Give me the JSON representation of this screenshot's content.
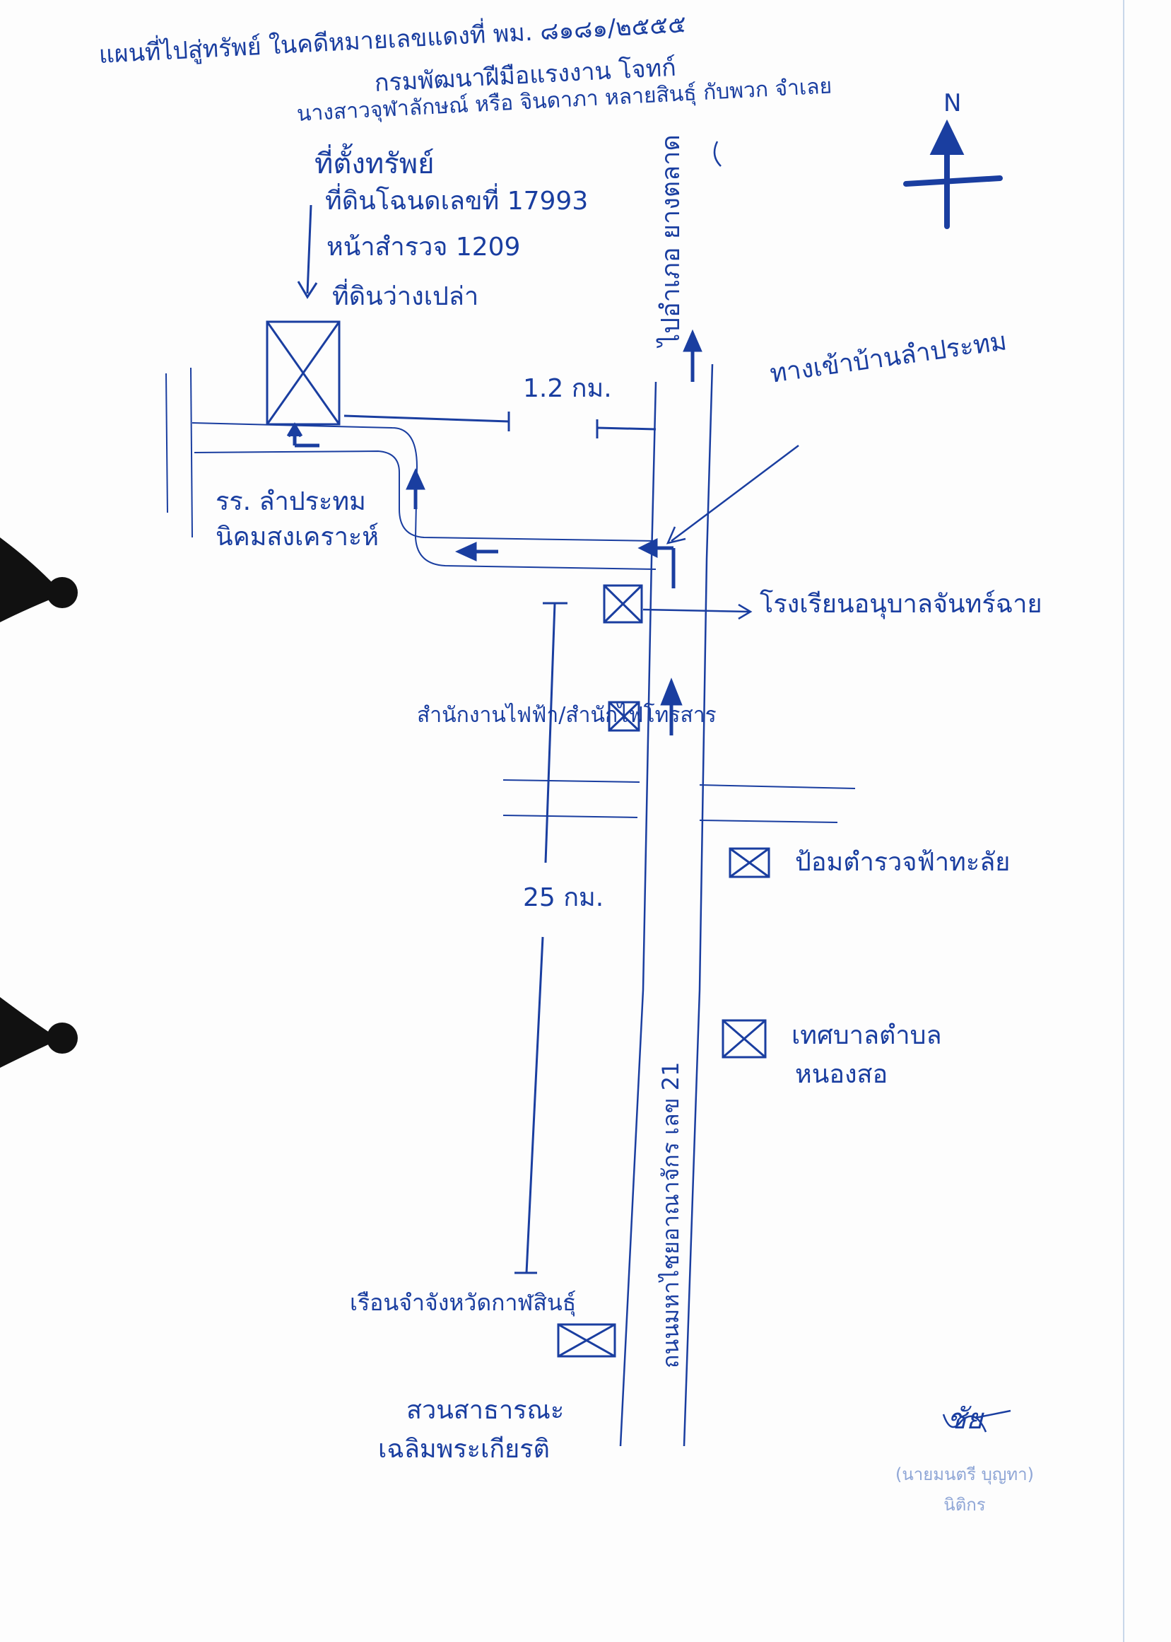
{
  "title_lines": [
    "แผนที่ไปสู่ทรัพย์ ในคดีหมายเลขแดงที่ พม. ๘๑๘๑/๒๕๕๕",
    "กรมพัฒนาฝีมือแรงงาน โจทก์",
    "นางสาวจุฬาลักษณ์ หรือ จินดาภา หลายสินธุ์ กับพวก จำเลย"
  ],
  "north_label": "N",
  "property": {
    "label": "ที่ตั้งทรัพย์",
    "deed": "ที่ดินโฉนดเลขที่ 17993",
    "survey": "หน้าสำรวจ 1209",
    "type": "ที่ดินว่างเปล่า"
  },
  "distance_near": "1.2 กม.",
  "distance_far": "25 กม.",
  "to_destination": "ไปอำเภอ ยางตลาด",
  "village_entrance": "ทางเข้าบ้านลำประทม",
  "school_lamprathom": [
    "รร. ลำประทม",
    "นิคมสงเคราะห์"
  ],
  "kindergarten": "โรงเรียนอนุบาลจันทร์ฉาย",
  "electric_office": "สำนักงานไฟฟ้า/สำนักไฟโทรสาร",
  "police_box": "ป้อมตำรวจฟ้าทะลัย",
  "municipality": [
    "เทศบาลตำบล",
    "หนองสอ"
  ],
  "road_name": "ถนนมหาไชยอาณาจักร เลข 21",
  "vocational_prison": "เรือนจำจังหวัดกาฬสินธุ์",
  "park": [
    "สวนสาธารณะ",
    "เฉลิมพระเกียรติ"
  ],
  "signature": {
    "scribble": "ชัย",
    "name": "(นายมนตรี บุญทา)",
    "role": "นิติกร"
  }
}
